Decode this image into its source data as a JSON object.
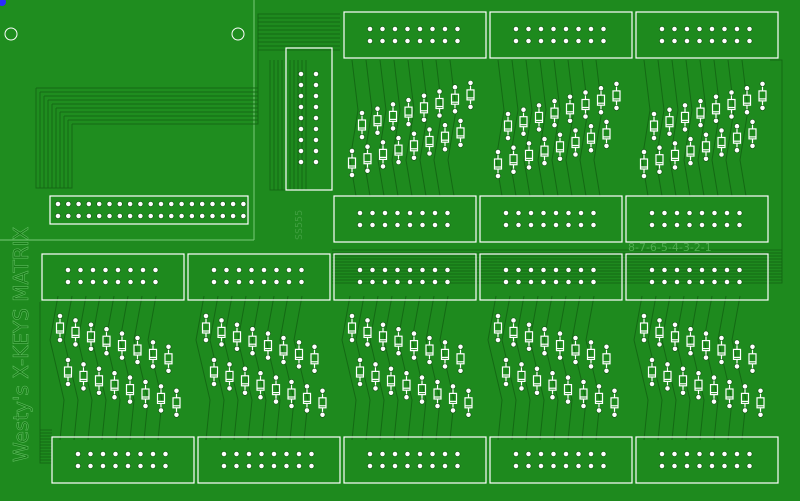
{
  "board": {
    "title": "Westy's X-KEYS MATRIX",
    "column_numbers": "8-7-6-5-4-3-2-1",
    "part_code": "SS555",
    "colors": {
      "board": "#1e8a1e",
      "trace": "#146914",
      "silkscreen": "#ffffff",
      "copper_label": "#51ad51"
    }
  }
}
